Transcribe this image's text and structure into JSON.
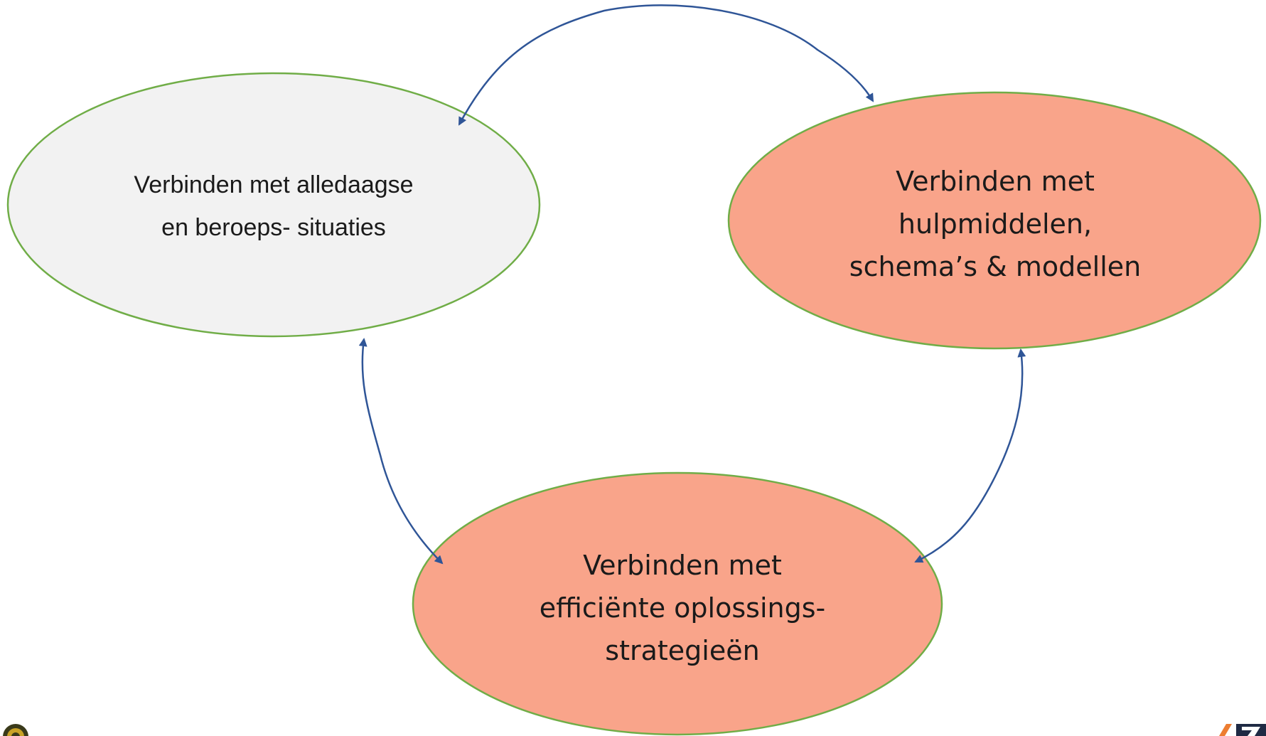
{
  "diagram": {
    "nodes": [
      {
        "id": "everyday",
        "lines": [
          "Verbinden met alledaagse",
          "en beroeps- situaties"
        ],
        "fill": "#f2f2f2",
        "stroke": "#70ad47"
      },
      {
        "id": "tools",
        "lines": [
          "Verbinden met",
          "hulpmiddelen,",
          "schema’s & modellen"
        ],
        "fill": "#f9a48a",
        "stroke": "#70ad47"
      },
      {
        "id": "strategies",
        "lines": [
          "Verbinden met",
          "efficiënte oplossings-",
          "strategieën"
        ],
        "fill": "#f9a48a",
        "stroke": "#70ad47"
      }
    ],
    "edges": [
      {
        "from": "everyday",
        "to": "tools",
        "bidirectional": true
      },
      {
        "from": "tools",
        "to": "strategies",
        "bidirectional": true
      },
      {
        "from": "strategies",
        "to": "everyday",
        "bidirectional": true
      }
    ],
    "arrow_color": "#2f5597"
  },
  "logos": {
    "left_icon": "emblem-logo-icon",
    "right_icon": "brand-logo-icon",
    "right_color": "#ed7d31"
  }
}
